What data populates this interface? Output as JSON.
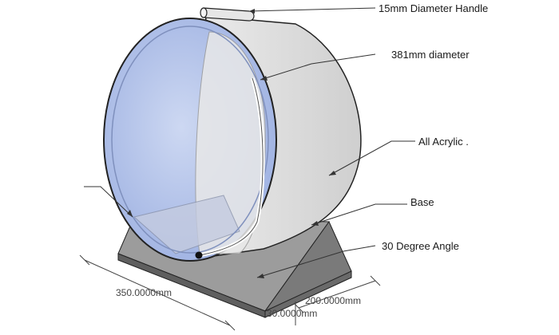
{
  "labels": {
    "handle": "15mm Diameter Handle",
    "diameter": "381mm diameter",
    "material": "All Acrylic .",
    "base": "Base",
    "angle": "30 Degree Angle"
  },
  "dimensions": {
    "length": "350.0000mm",
    "width": "200.0000mm",
    "height": "30.0000mm"
  },
  "colors": {
    "drum_outer": "#dcdcdc",
    "drum_inner": "#b9c8ec",
    "drum_back": "#e4e4e4",
    "base_top": "#9a9a9a",
    "base_side": "#6f6f6f",
    "outline": "#222222"
  }
}
